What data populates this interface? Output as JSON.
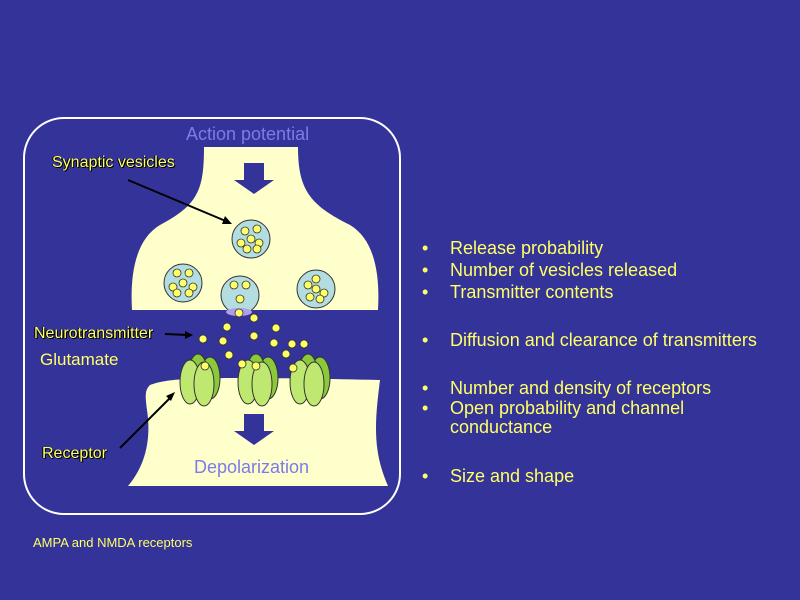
{
  "diagram": {
    "top_label": "Action potential",
    "bottom_label": "Depolarization",
    "labels": {
      "synaptic_vesicles": "Synaptic vesicles",
      "neurotransmitter": "Neurotransmitter",
      "glutamate": "Glutamate",
      "receptor": "Receptor"
    }
  },
  "bullets": [
    {
      "text": "Release probability"
    },
    {
      "text": "Number of vesicles released"
    },
    {
      "text": "Transmitter contents"
    },
    {
      "text": "Diffusion and clearance of transmitters"
    },
    {
      "text": "Number and density of receptors"
    },
    {
      "text": "Open probability and channel conductance"
    },
    {
      "text": "Size and shape"
    }
  ],
  "footnote": "AMPA and NMDA receptors",
  "colors": {
    "background": "#333399",
    "text": "#ffff66",
    "accent_text": "#7b7bea",
    "terminal": "#ffffcc",
    "vesicle": "#b3dde0",
    "receptor": "#bfe870"
  }
}
